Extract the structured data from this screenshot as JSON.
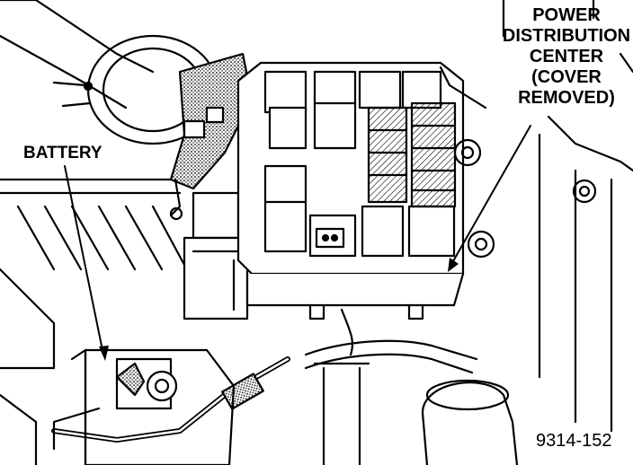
{
  "labels": {
    "pdc_lines": [
      "POWER",
      "DISTRIBUTION",
      "CENTER",
      "(COVER",
      "REMOVED)"
    ],
    "battery": "BATTERY",
    "figure_number": "9314-152"
  },
  "colors": {
    "ink": "#000000",
    "paper": "#ffffff",
    "shade": "#9a9a9a"
  }
}
